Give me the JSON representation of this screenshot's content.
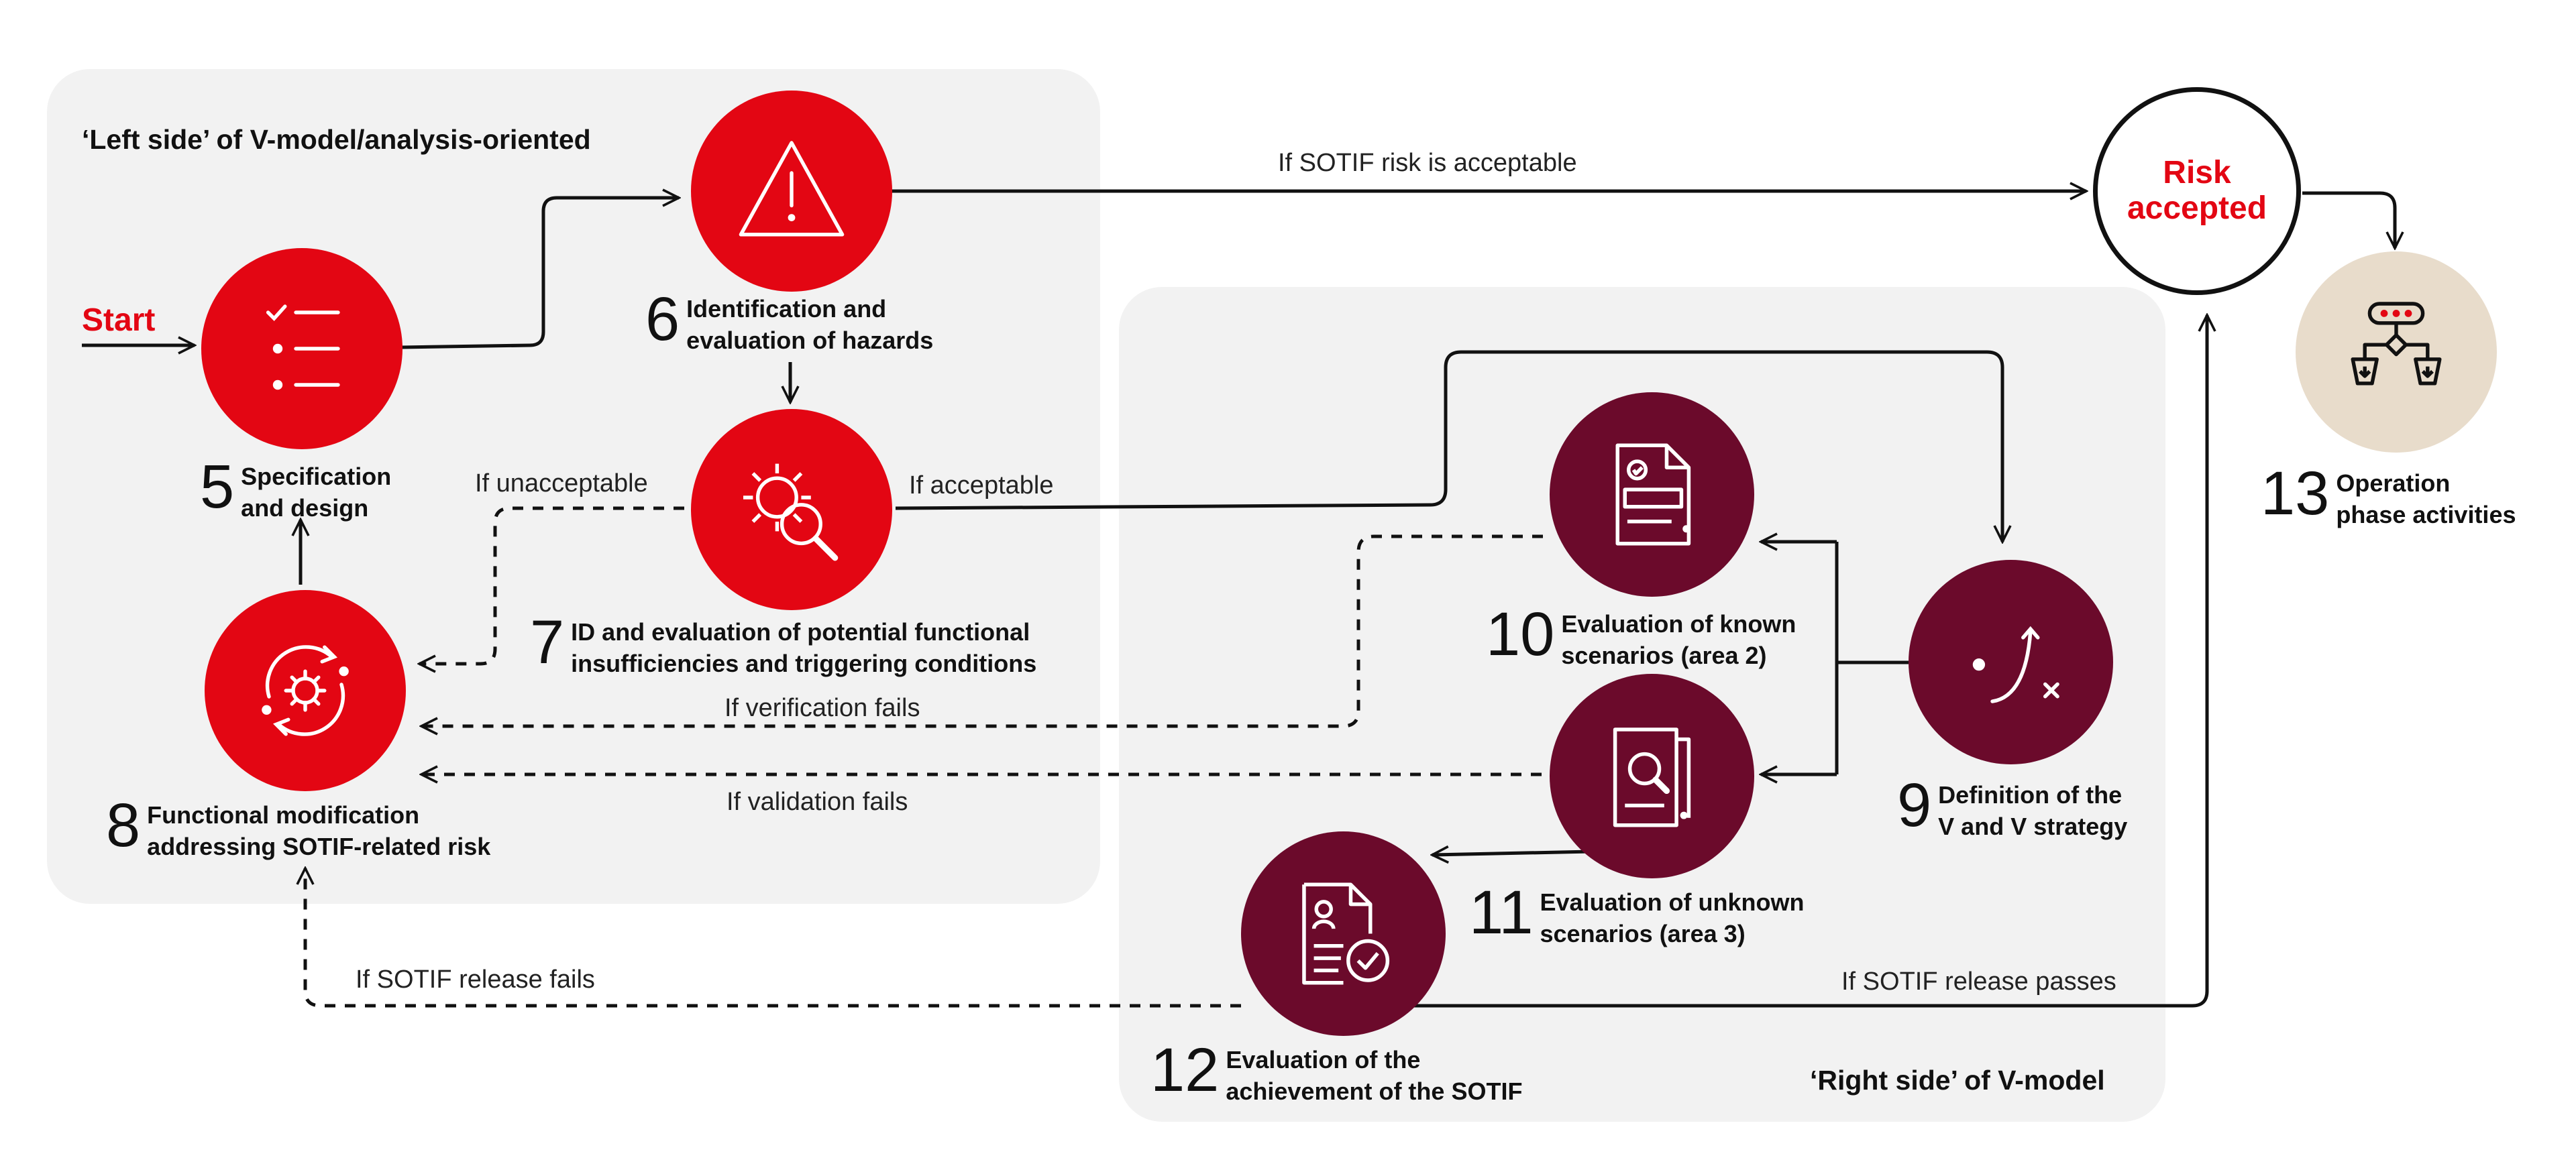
{
  "regions": {
    "left_title": "‘Left side’ of V-model/analysis-oriented",
    "right_title": "‘Right side’ of V-model"
  },
  "start": "Start",
  "risk": {
    "line1": "Risk",
    "line2": "accepted"
  },
  "steps": [
    {
      "num": "5",
      "line1": "Specification",
      "line2": "and design",
      "icon": "checklist-icon"
    },
    {
      "num": "6",
      "line1": "Identification and",
      "line2": "evaluation of hazards",
      "icon": "warning-triangle-icon"
    },
    {
      "num": "7",
      "line1": "ID and evaluation of potential functional",
      "line2": "insufficiencies and triggering conditions",
      "icon": "gear-magnifier-icon"
    },
    {
      "num": "8",
      "line1": "Functional modification",
      "line2": "addressing SOTIF-related risk",
      "icon": "gear-cycle-icon"
    },
    {
      "num": "9",
      "line1": "Definition of the",
      "line2": "V and V strategy",
      "icon": "strategy-curve-icon"
    },
    {
      "num": "10",
      "line1": "Evaluation of known",
      "line2": "scenarios (area 2)",
      "icon": "document-check-icon"
    },
    {
      "num": "11",
      "line1": "Evaluation of unknown",
      "line2": "scenarios (area 3)",
      "icon": "document-search-icon"
    },
    {
      "num": "12",
      "line1": "Evaluation of the",
      "line2": "achievement of the SOTIF",
      "icon": "document-approved-icon"
    },
    {
      "num": "13",
      "line1": "Operation",
      "line2": "phase activities",
      "icon": "flowchart-icon"
    }
  ],
  "edges": {
    "acceptable_risk": "If SOTIF risk is acceptable",
    "unacceptable": "If unacceptable",
    "acceptable": "If acceptable",
    "verification_fails": "If verification fails",
    "validation_fails": "If validation fails",
    "release_fails": "If SOTIF release fails",
    "release_passes": "If SOTIF release passes"
  },
  "colors": {
    "analysis_red": "#e30613",
    "verification_maroon": "#6b0a2b",
    "operation_beige": "#e8dccb",
    "region_gray": "#f2f2f2"
  }
}
